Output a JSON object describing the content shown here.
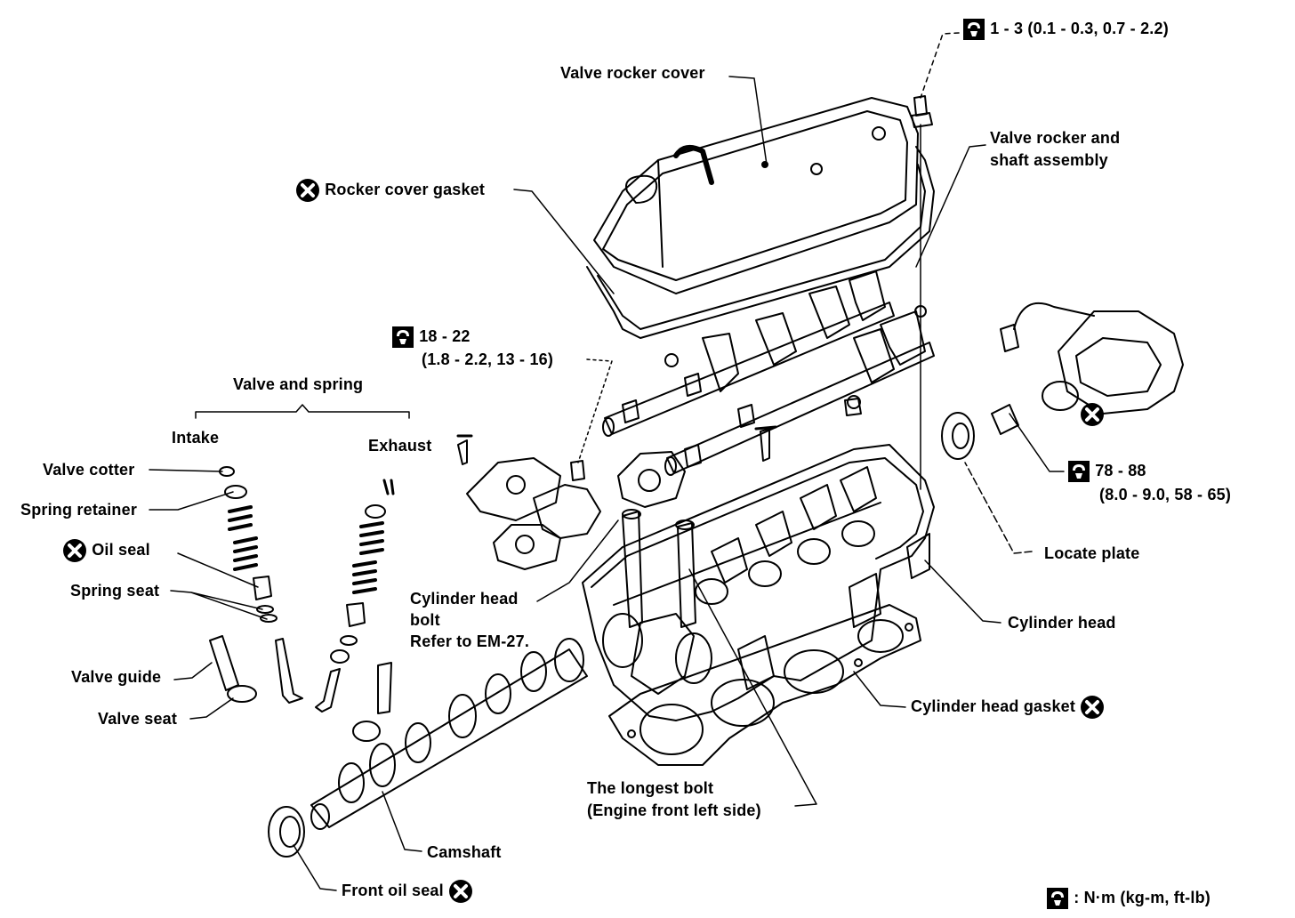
{
  "labels": {
    "valve_rocker_cover": "Valve rocker cover",
    "rocker_cover_gasket": "Rocker cover gasket",
    "valve_rocker_shaft_1": "Valve rocker and",
    "valve_rocker_shaft_2": "shaft assembly",
    "torque_top": "1 - 3 (0.1 - 0.3, 0.7 - 2.2)",
    "torque_mid_1": "18 - 22",
    "torque_mid_2": "(1.8 - 2.2, 13 - 16)",
    "valve_and_spring": "Valve and spring",
    "intake": "Intake",
    "exhaust": "Exhaust",
    "valve_cotter": "Valve cotter",
    "spring_retainer": "Spring retainer",
    "oil_seal": "Oil seal",
    "spring_seat": "Spring seat",
    "valve_guide": "Valve guide",
    "valve_seat": "Valve seat",
    "cyl_head_bolt_1": "Cylinder head",
    "cyl_head_bolt_2": "bolt",
    "cyl_head_bolt_3": "Refer to EM-27.",
    "torque_right_1": "78 - 88",
    "torque_right_2": "(8.0 - 9.0, 58 - 65)",
    "locate_plate": "Locate plate",
    "cylinder_head": "Cylinder head",
    "cylinder_head_gasket": "Cylinder head gasket",
    "longest_bolt_1": "The longest bolt",
    "longest_bolt_2": "(Engine front left side)",
    "camshaft": "Camshaft",
    "front_oil_seal": "Front oil seal",
    "unit_legend": ": N·m (kg-m, ft-lb)"
  },
  "icons": {
    "replace": "replace-part-x-icon",
    "torque": "torque-wrench-icon"
  },
  "colors": {
    "ink": "#000000",
    "paper": "#ffffff"
  }
}
